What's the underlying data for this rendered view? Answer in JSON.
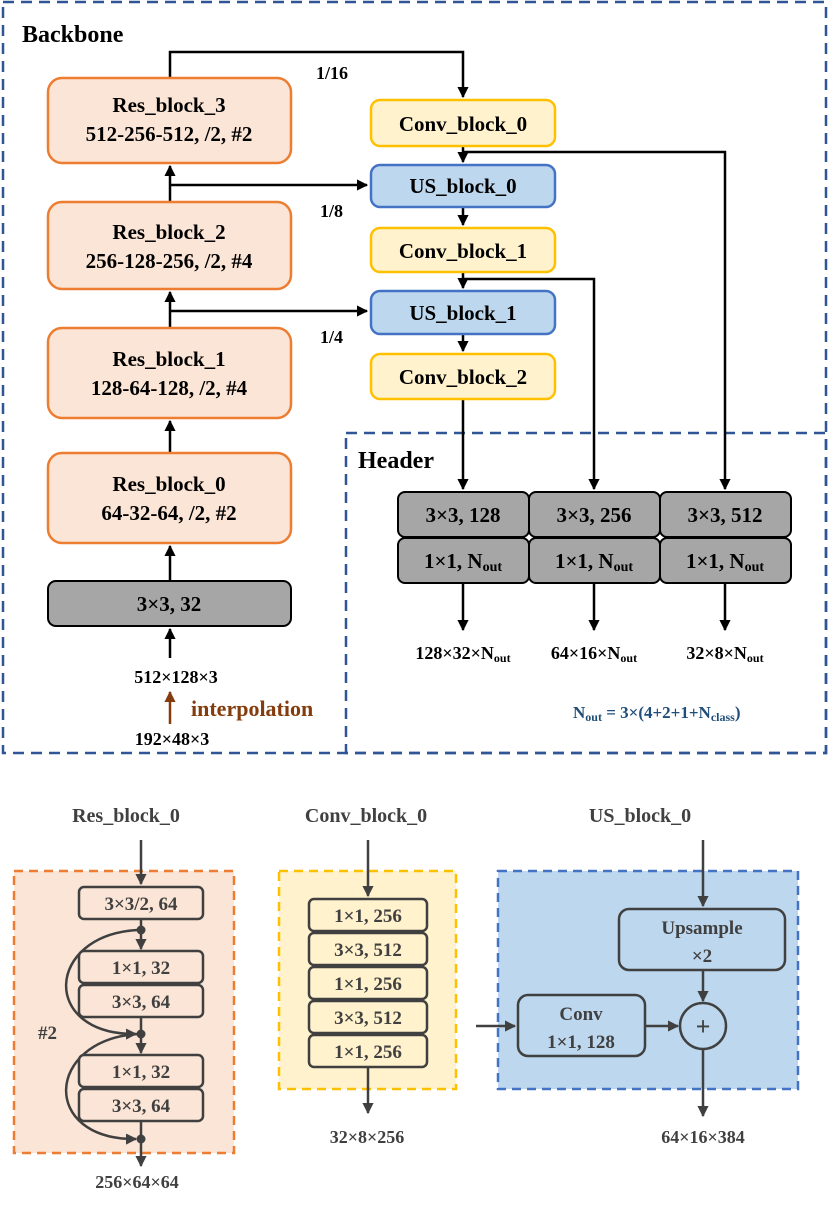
{
  "backbone": {
    "title": "Backbone",
    "stem": "3×3, 32",
    "res_blocks": [
      {
        "name": "Res_block_3",
        "spec": "512-256-512, /2, #2"
      },
      {
        "name": "Res_block_2",
        "spec": "256-128-256, /2, #4"
      },
      {
        "name": "Res_block_1",
        "spec": "128-64-128, /2, #4"
      },
      {
        "name": "Res_block_0",
        "spec": "64-32-64, /2, #2"
      }
    ],
    "scales": [
      "1/16",
      "1/8",
      "1/4"
    ],
    "input_size": "512×128×3",
    "raw_size": "192×48×3",
    "interp_label": "interpolation"
  },
  "neck": {
    "blocks": [
      "Conv_block_0",
      "US_block_0",
      "Conv_block_1",
      "US_block_1",
      "Conv_block_2"
    ]
  },
  "header": {
    "title": "Header",
    "heads": [
      {
        "conv": "3×3, 128",
        "out_main": "1×1, N",
        "out_sub": "out",
        "size_main": "128×32×N",
        "size_sub": "out"
      },
      {
        "conv": "3×3, 256",
        "out_main": "1×1, N",
        "out_sub": "out",
        "size_main": "64×16×N",
        "size_sub": "out"
      },
      {
        "conv": "3×3, 512",
        "out_main": "1×1, N",
        "out_sub": "out",
        "size_main": "32×8×N",
        "size_sub": "out"
      }
    ],
    "formula": {
      "n": "N",
      "n_sub": "out",
      "eq": " = 3×(4+2+1+N",
      "class_sub": "class",
      "close": ")"
    }
  },
  "details": {
    "res": {
      "title": "Res_block_0",
      "down": "3×3/2, 64",
      "layers": [
        "1×1, 32",
        "3×3, 64",
        "1×1, 32",
        "3×3, 64"
      ],
      "repeat": "#2",
      "output": "256×64×64"
    },
    "conv": {
      "title": "Conv_block_0",
      "layers": [
        "1×1, 256",
        "3×3, 512",
        "1×1, 256",
        "3×3, 512",
        "1×1, 256"
      ],
      "output": "32×8×256"
    },
    "us": {
      "title": "US_block_0",
      "upsample": [
        "Upsample",
        "×2"
      ],
      "conv": [
        "Conv",
        "1×1, 128"
      ],
      "plus": "+",
      "output": "64×16×384"
    }
  },
  "colors": {
    "frame_blue": "#2f5597",
    "res_fill": "#fbe5d6",
    "res_stroke": "#ed7d31",
    "conv_fill": "#fff2cc",
    "conv_stroke": "#ffc000",
    "us_fill": "#bdd7ee",
    "us_stroke": "#4472c4",
    "head_fill": "#a6a6a6",
    "interp": "#843c0c",
    "formula": "#1f4e79"
  }
}
